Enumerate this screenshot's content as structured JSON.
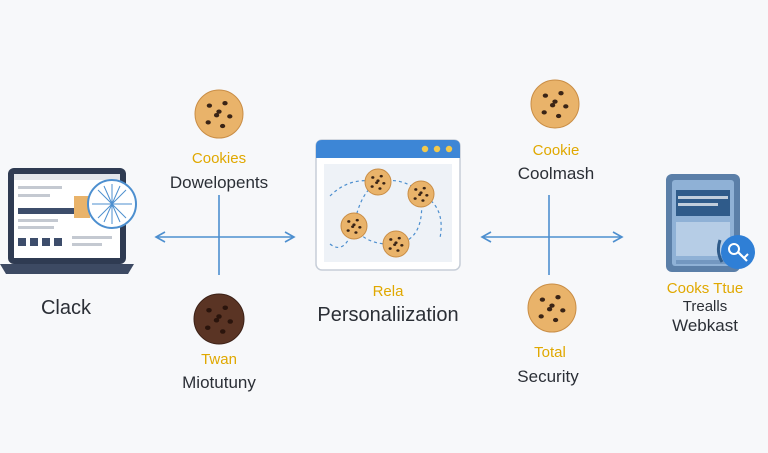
{
  "colors": {
    "background": "#f7f8fa",
    "connector": "#4d8fcf",
    "accent_text": "#e0a800",
    "dark_text": "#2b2f36",
    "cookie": "#e9b36a",
    "cookie_chip": "#3a2416",
    "dark_cookie": "#5a3424",
    "browser_header": "#3d86d6",
    "laptop_frame": "#2f3b52",
    "tablet_frame": "#5b7fa8",
    "key_badge": "#2f7fd6"
  },
  "icons": {
    "laptop": "laptop-icon",
    "browser": "browser-window-icon",
    "tablet": "tablet-icon",
    "key": "key-icon",
    "cookie": "cookie-icon",
    "chocolate_cookie": "chocolate-cookie-icon"
  },
  "labels": {
    "left_device": "Clack",
    "top_left_accent": "Cookies",
    "top_left_text": "Dowelopents",
    "bottom_left_accent": "Twan",
    "bottom_left_text": "Miotutuny",
    "center_accent": "Rela",
    "center_text": "Personaliization",
    "top_right_accent": "Cookie",
    "top_right_text": "Coolmash",
    "bottom_right_accent": "Total",
    "bottom_right_text": "Security",
    "right_accent": "Cooks Ttue",
    "right_text_1": "Trealls",
    "right_text_2": "Webkast"
  }
}
